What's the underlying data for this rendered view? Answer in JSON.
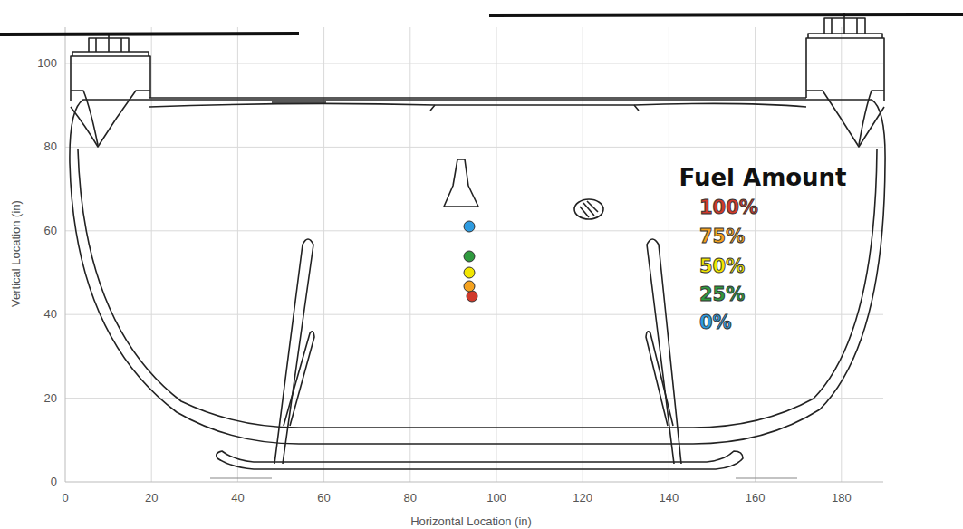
{
  "diagram": {
    "labels": [
      "0",
      "20",
      "40",
      "60",
      "80",
      "100",
      "0",
      "20",
      "40",
      "60",
      "80",
      "100",
      "120",
      "140",
      "160",
      "180",
      "Vertical Location (in)",
      "Horizontal Location (in)",
      "Fuel Amount"
    ],
    "legend": [
      {
        "text": "100%",
        "color": "#d0392b"
      },
      {
        "text": "75%",
        "color": "#f5a21f"
      },
      {
        "text": "50%",
        "color": "#f2e600"
      },
      {
        "text": "25%",
        "color": "#2f9a3e"
      },
      {
        "text": "0%",
        "color": "#2e9be0"
      }
    ]
  }
}
